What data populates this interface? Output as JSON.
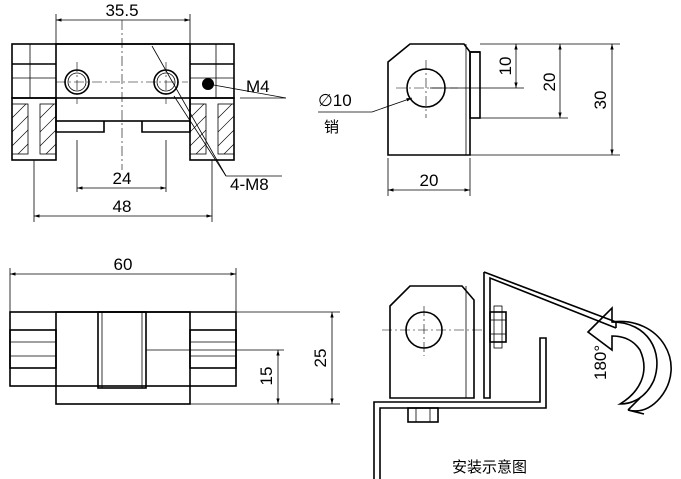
{
  "front_view": {
    "dim_top": "35.5",
    "dim_mid": "24",
    "dim_bottom": "48",
    "label_m4": "M4",
    "label_m8": "4-M8"
  },
  "side_view": {
    "pin_diameter": "∅10",
    "pin_label": "销",
    "dim_width": "20",
    "dim_10": "10",
    "dim_20": "20",
    "dim_30": "30"
  },
  "bottom_view": {
    "dim_width": "60",
    "dim_15": "15",
    "dim_25": "25"
  },
  "install_view": {
    "rotation": "180°",
    "caption": "安装示意图"
  }
}
